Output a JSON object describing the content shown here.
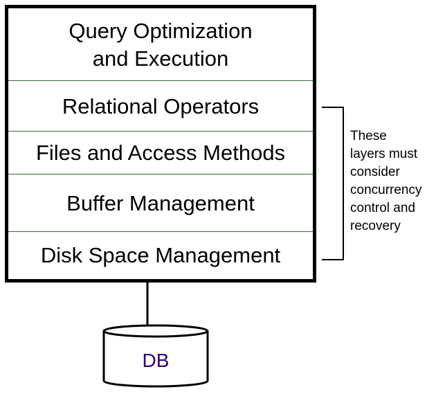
{
  "diagram": {
    "layers": [
      {
        "id": "query-optimization",
        "lines": [
          "Query Optimization",
          "and Execution"
        ]
      },
      {
        "id": "relational-operators",
        "lines": [
          "Relational Operators"
        ]
      },
      {
        "id": "files-access-methods",
        "lines": [
          "Files and Access Methods"
        ]
      },
      {
        "id": "buffer-management",
        "lines": [
          "Buffer Management"
        ]
      },
      {
        "id": "disk-space-management",
        "lines": [
          "Disk Space Management"
        ]
      }
    ],
    "bracket_note": [
      "These",
      "layers must",
      "consider",
      "concurrency",
      "control and",
      "recovery"
    ],
    "database": {
      "label": "DB",
      "label_color": "#330066"
    },
    "colors": {
      "divider": "#2e6b2e",
      "border": "#000000"
    }
  }
}
